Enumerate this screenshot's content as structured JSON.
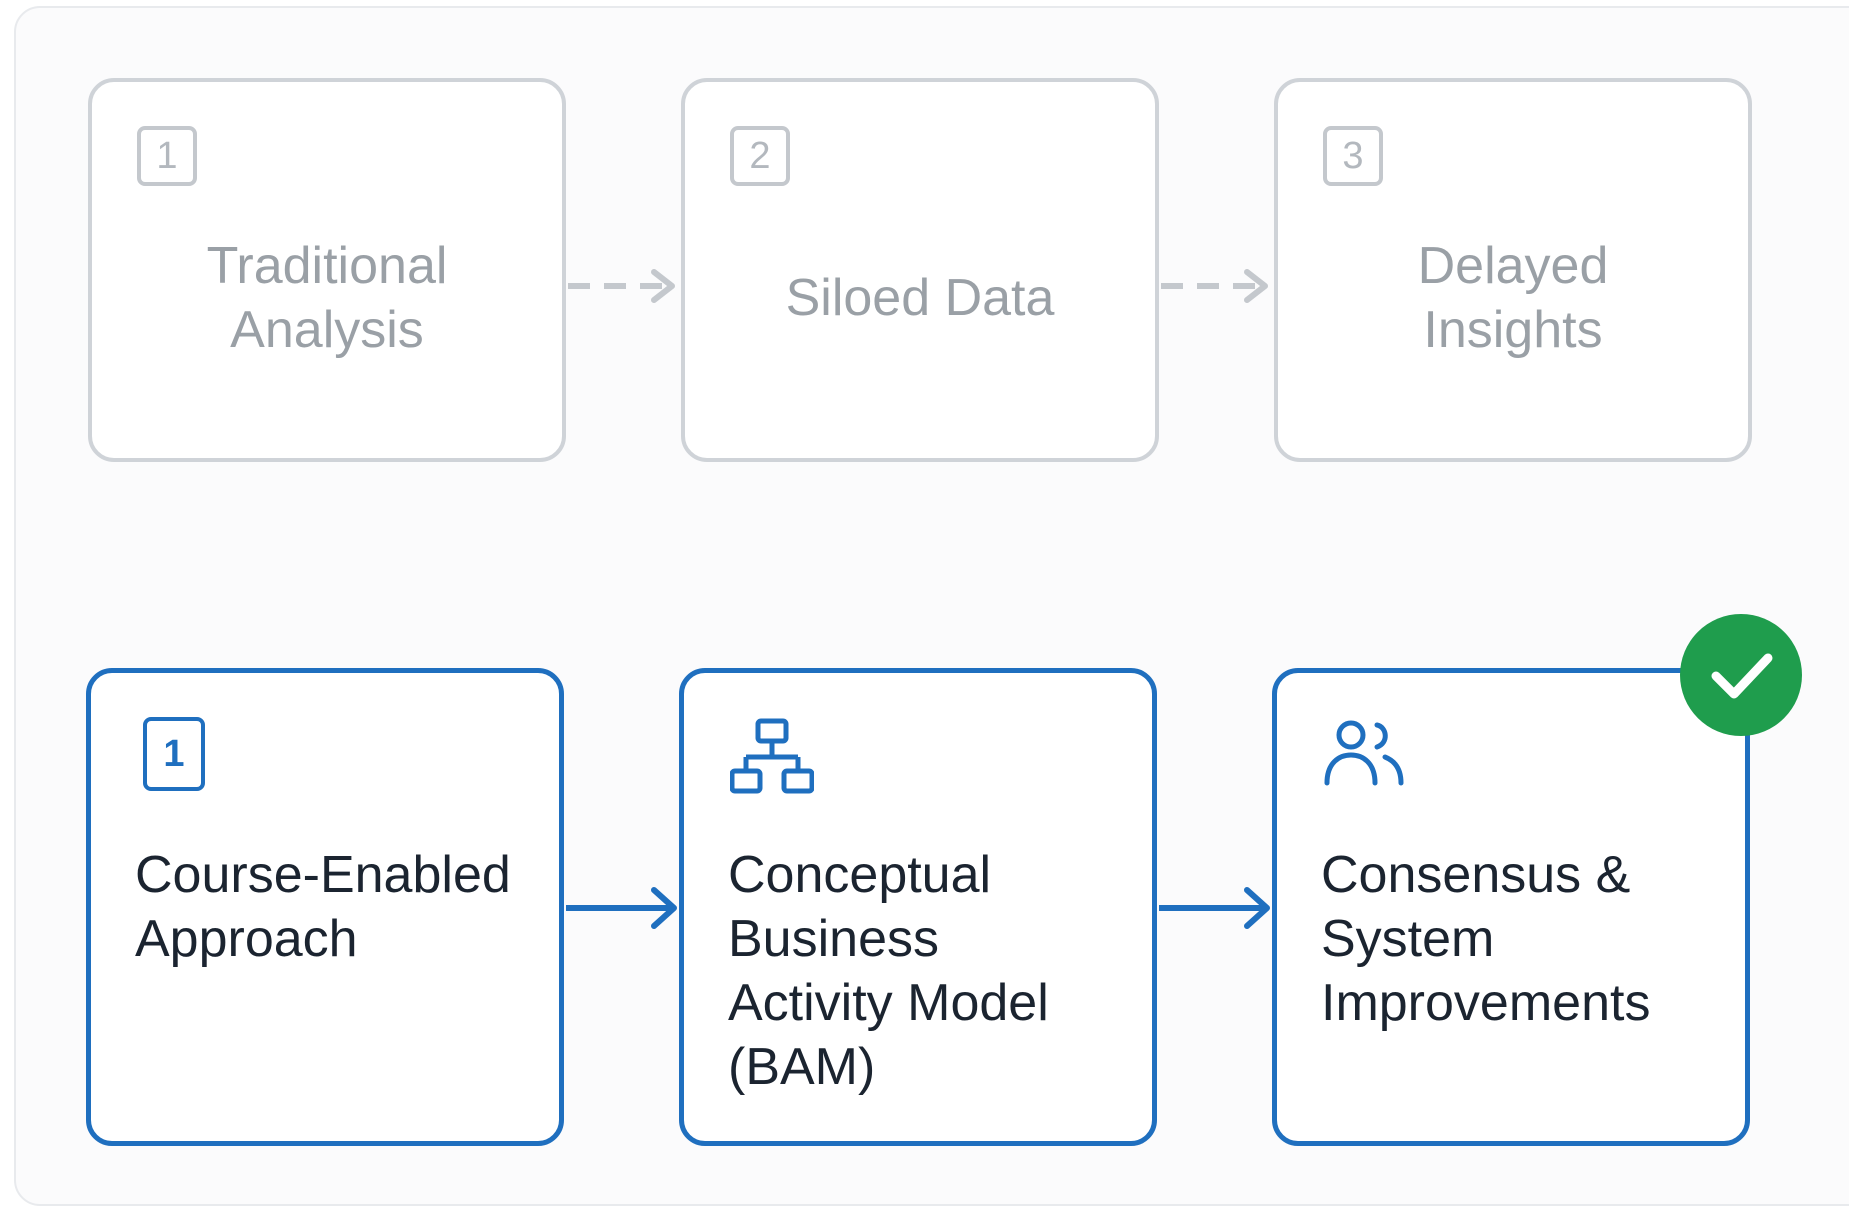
{
  "colors": {
    "legacy_border": "#cfd3d8",
    "legacy_text": "#9aa0a6",
    "modern_accent": "#1f6fbf",
    "modern_text": "#1b2430",
    "success_badge": "#1f9d4d"
  },
  "legacy_flow": {
    "steps": [
      {
        "number": "1",
        "label": "Traditional\nAnalysis"
      },
      {
        "number": "2",
        "label": "Siloed Data"
      },
      {
        "number": "3",
        "label": "Delayed\nInsights"
      }
    ],
    "connector_style": "dashed-arrow"
  },
  "modern_flow": {
    "steps": [
      {
        "number": "1",
        "label": "Course-Enabled\nApproach",
        "icon": "number-box-icon"
      },
      {
        "label": "Conceptual\nBusiness\nActivity Model\n(BAM)",
        "icon": "hierarchy-icon"
      },
      {
        "label": "Consensus &\nSystem\nImprovements",
        "icon": "users-icon"
      }
    ],
    "connector_style": "solid-arrow",
    "completion_icon": "check-icon"
  }
}
